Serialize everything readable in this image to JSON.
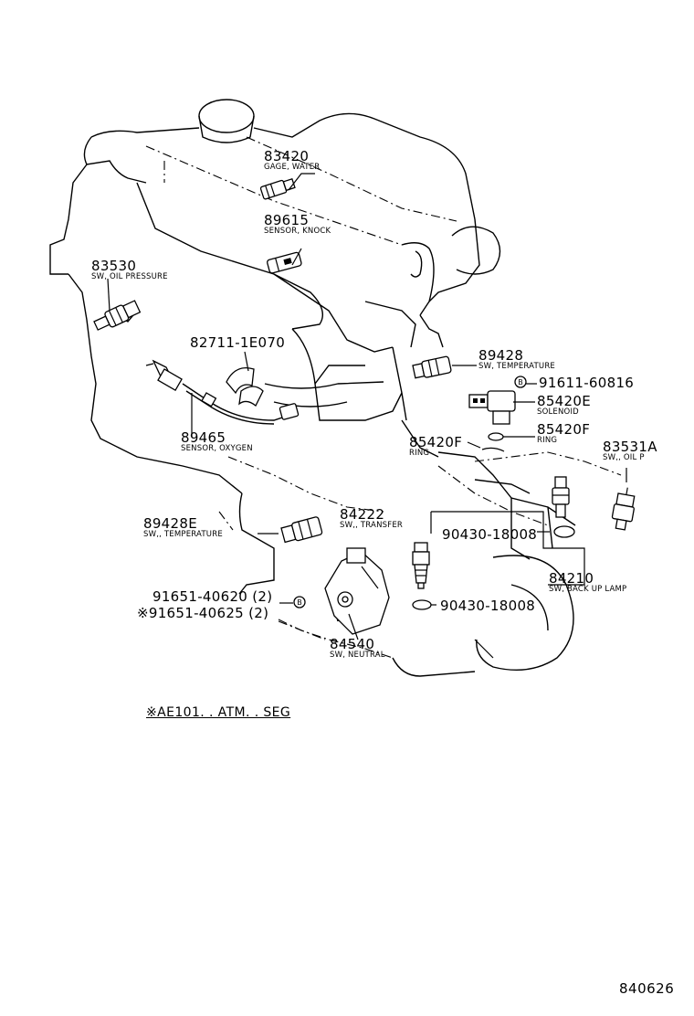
{
  "parts": [
    {
      "id": "83420",
      "number": "83420",
      "description": "GAGE, WATER"
    },
    {
      "id": "89615",
      "number": "89615",
      "description": "SENSOR, KNOCK"
    },
    {
      "id": "83530",
      "number": "83530",
      "description": "SW, OIL PRESSURE"
    },
    {
      "id": "82711",
      "number": "82711-1E070",
      "description": ""
    },
    {
      "id": "89428",
      "number": "89428",
      "description": "SW, TEMPERATURE"
    },
    {
      "id": "91611",
      "number": "91611-60816",
      "description": ""
    },
    {
      "id": "85420E",
      "number": "85420E",
      "description": "SOLENOID"
    },
    {
      "id": "85420F_right",
      "number": "85420F",
      "description": "RING"
    },
    {
      "id": "85420F_left",
      "number": "85420F",
      "description": "RING"
    },
    {
      "id": "89465",
      "number": "89465",
      "description": "SENSOR, OXYGEN"
    },
    {
      "id": "83531A",
      "number": "83531A",
      "description": "SW,, OIL P"
    },
    {
      "id": "84222",
      "number": "84222",
      "description": "SW,, TRANSFER"
    },
    {
      "id": "90430a",
      "number": "90430-18008",
      "description": ""
    },
    {
      "id": "89428E",
      "number": "89428E",
      "description": "SW,, TEMPERATURE"
    },
    {
      "id": "84210",
      "number": "84210",
      "description": "SW, BACK UP LAMP"
    },
    {
      "id": "91651a",
      "number": "91651-40620 (2)",
      "description": ""
    },
    {
      "id": "91651b",
      "number": "※91651-40625 (2)",
      "description": ""
    },
    {
      "id": "90430b",
      "number": "90430-18008",
      "description": ""
    },
    {
      "id": "84540",
      "number": "84540",
      "description": "SW, NEUTRAL"
    }
  ],
  "bolt_marker": "B",
  "footnote": "※AE101. . ATM. . SEG",
  "illustration_code": "840626"
}
